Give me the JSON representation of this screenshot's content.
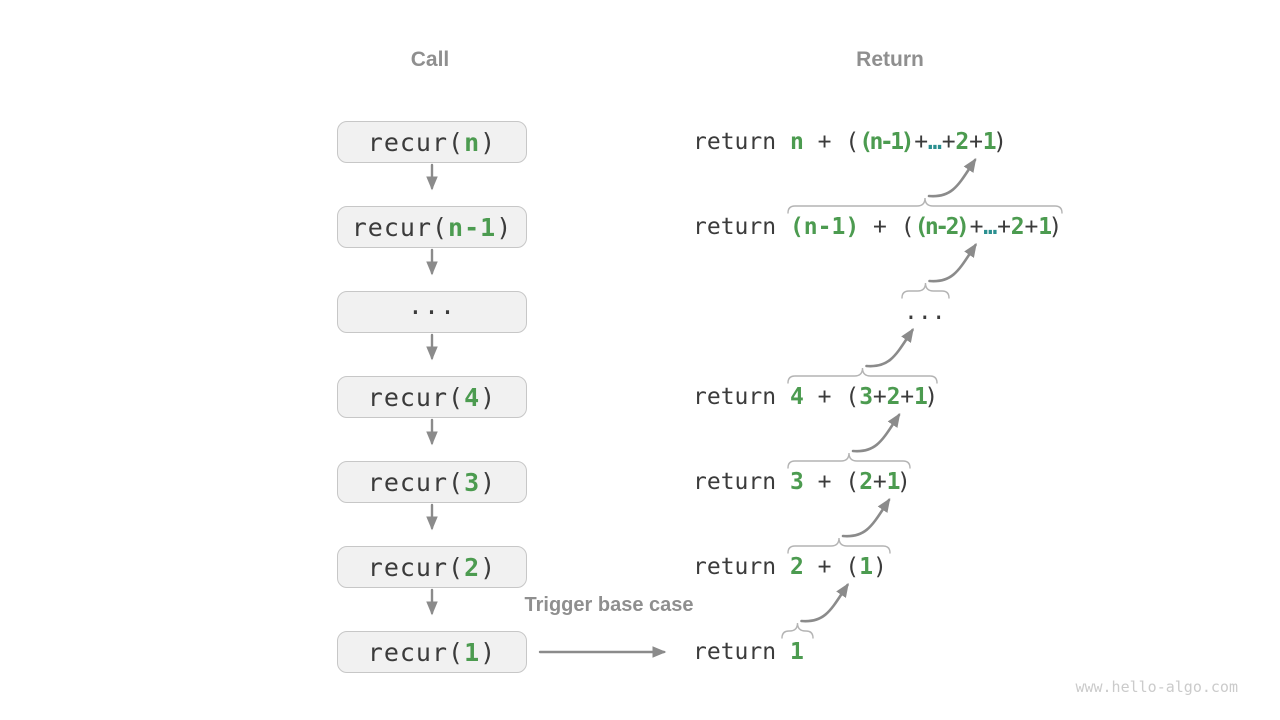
{
  "headers": {
    "call": "Call",
    "return": "Return"
  },
  "trigger_label": "Trigger base case",
  "watermark": "www.hello-algo.com",
  "colors": {
    "code_text": "#3b3b3b",
    "green": "#4c9b50",
    "teal": "#2b9090",
    "box_bg": "#f1f1f1",
    "box_border": "#c7c7c7",
    "header_gray": "#8f8f8f",
    "arrow_gray": "#8b8b8b",
    "brace_gray": "#b4b4b4",
    "watermark_gray": "#cbcbcb"
  },
  "icons": {
    "down_arrow": "call-stack-step-arrow",
    "curved_arrow": "return-pass-up-arrow",
    "overbrace": "expression-group-brace"
  },
  "rows": [
    {
      "call": [
        {
          "t": "recur(",
          "c": "d"
        },
        {
          "t": "n",
          "c": "g"
        },
        {
          "t": ")",
          "c": "d"
        }
      ],
      "ret": [
        {
          "t": "return ",
          "c": "d"
        },
        {
          "t": "n",
          "c": "g"
        },
        {
          "t": " + (",
          "c": "d"
        },
        {
          "t": "(n-1)",
          "c": "g",
          "s": 1
        },
        {
          "t": " + ",
          "c": "d",
          "s": 1
        },
        {
          "t": "…",
          "c": "t",
          "s": 1
        },
        {
          "t": " + ",
          "c": "d",
          "s": 1
        },
        {
          "t": "2",
          "c": "g",
          "s": 1
        },
        {
          "t": " + ",
          "c": "d",
          "s": 1
        },
        {
          "t": "1",
          "c": "g",
          "s": 1
        },
        {
          "t": ")",
          "c": "d",
          "s": 1
        }
      ],
      "brace": false,
      "arrow": false
    },
    {
      "call": [
        {
          "t": "recur(",
          "c": "d"
        },
        {
          "t": "n-1",
          "c": "g"
        },
        {
          "t": ")",
          "c": "d"
        }
      ],
      "ret": [
        {
          "t": "return ",
          "c": "d"
        },
        {
          "t": "(n-1)",
          "c": "g",
          "u": 1
        },
        {
          "t": " + (",
          "c": "d",
          "u": 1
        },
        {
          "t": "(n-2)",
          "c": "g",
          "u": 1,
          "s": 1
        },
        {
          "t": " + ",
          "c": "d",
          "u": 1,
          "s": 1
        },
        {
          "t": "…",
          "c": "t",
          "u": 1,
          "s": 1
        },
        {
          "t": " + ",
          "c": "d",
          "u": 1,
          "s": 1
        },
        {
          "t": "2",
          "c": "g",
          "u": 1,
          "s": 1
        },
        {
          "t": " + ",
          "c": "d",
          "u": 1,
          "s": 1
        },
        {
          "t": "1",
          "c": "g",
          "u": 1,
          "s": 1
        },
        {
          "t": ")",
          "c": "d",
          "u": 1,
          "s": 1
        }
      ],
      "brace": true,
      "arrow": true
    },
    {
      "call": [
        {
          "t": "···",
          "c": "d"
        }
      ],
      "ret": [
        {
          "t": "...",
          "c": "d",
          "u": 1
        }
      ],
      "rx": 904,
      "brace": true,
      "arrow": true
    },
    {
      "call": [
        {
          "t": "recur(",
          "c": "d"
        },
        {
          "t": "4",
          "c": "g"
        },
        {
          "t": ")",
          "c": "d"
        }
      ],
      "ret": [
        {
          "t": "return ",
          "c": "d"
        },
        {
          "t": "4",
          "c": "g",
          "u": 1
        },
        {
          "t": " + (",
          "c": "d",
          "u": 1
        },
        {
          "t": "3",
          "c": "g",
          "u": 1,
          "s": 1
        },
        {
          "t": " + ",
          "c": "d",
          "u": 1,
          "s": 1
        },
        {
          "t": "2",
          "c": "g",
          "u": 1,
          "s": 1
        },
        {
          "t": " + ",
          "c": "d",
          "u": 1,
          "s": 1
        },
        {
          "t": "1",
          "c": "g",
          "u": 1,
          "s": 1
        },
        {
          "t": ")",
          "c": "d",
          "u": 1,
          "s": 1
        }
      ],
      "brace": true,
      "arrow": true
    },
    {
      "call": [
        {
          "t": "recur(",
          "c": "d"
        },
        {
          "t": "3",
          "c": "g"
        },
        {
          "t": ")",
          "c": "d"
        }
      ],
      "ret": [
        {
          "t": "return ",
          "c": "d"
        },
        {
          "t": "3",
          "c": "g",
          "u": 1
        },
        {
          "t": " + (",
          "c": "d",
          "u": 1
        },
        {
          "t": "2",
          "c": "g",
          "u": 1,
          "s": 1
        },
        {
          "t": " + ",
          "c": "d",
          "u": 1,
          "s": 1
        },
        {
          "t": "1",
          "c": "g",
          "u": 1,
          "s": 1
        },
        {
          "t": ")",
          "c": "d",
          "u": 1,
          "s": 1
        }
      ],
      "brace": true,
      "arrow": true
    },
    {
      "call": [
        {
          "t": "recur(",
          "c": "d"
        },
        {
          "t": "2",
          "c": "g"
        },
        {
          "t": ")",
          "c": "d"
        }
      ],
      "ret": [
        {
          "t": "return ",
          "c": "d"
        },
        {
          "t": "2",
          "c": "g",
          "u": 1
        },
        {
          "t": " + (",
          "c": "d",
          "u": 1
        },
        {
          "t": "1",
          "c": "g",
          "u": 1
        },
        {
          "t": ")",
          "c": "d",
          "u": 1
        }
      ],
      "brace": true,
      "arrow": true
    },
    {
      "call": [
        {
          "t": "recur(",
          "c": "d"
        },
        {
          "t": "1",
          "c": "g"
        },
        {
          "t": ")",
          "c": "d"
        }
      ],
      "ret": [
        {
          "t": "return ",
          "c": "d"
        },
        {
          "t": "1",
          "c": "g",
          "u": 1
        }
      ],
      "brace": true,
      "arrow": true
    }
  ]
}
